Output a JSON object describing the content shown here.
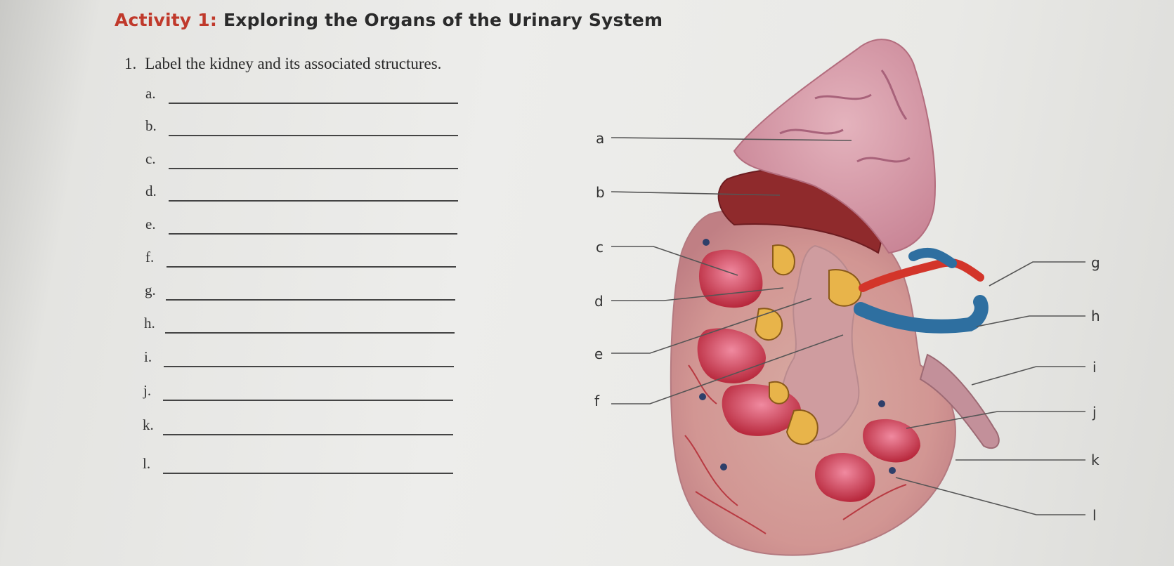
{
  "heading": {
    "activity": "Activity 1:",
    "title": "Exploring the Organs of the Urinary System"
  },
  "question": {
    "number": "1.",
    "text": "Label the kidney and its associated structures."
  },
  "answers": [
    {
      "letter": "a.",
      "value": ""
    },
    {
      "letter": "b.",
      "value": ""
    },
    {
      "letter": "c.",
      "value": ""
    },
    {
      "letter": "d.",
      "value": ""
    },
    {
      "letter": "e.",
      "value": ""
    },
    {
      "letter": "f.",
      "value": ""
    },
    {
      "letter": "g.",
      "value": ""
    },
    {
      "letter": "h.",
      "value": ""
    },
    {
      "letter": "i.",
      "value": ""
    },
    {
      "letter": "j.",
      "value": ""
    },
    {
      "letter": "k.",
      "value": ""
    },
    {
      "letter": "l.",
      "value": ""
    }
  ],
  "diagram_labels": {
    "a": "a",
    "b": "b",
    "c": "c",
    "d": "d",
    "e": "e",
    "f": "f",
    "g": "g",
    "h": "h",
    "i": "i",
    "j": "j",
    "k": "k",
    "l": "l"
  },
  "colors": {
    "heading_accent": "#c0392b",
    "adrenal": "#d79aa8",
    "cortex": "#d89a98",
    "pyramid": "#c73a4a",
    "artery": "#d33a2a",
    "vein": "#2e6fa0",
    "ureter": "#c8909a"
  }
}
